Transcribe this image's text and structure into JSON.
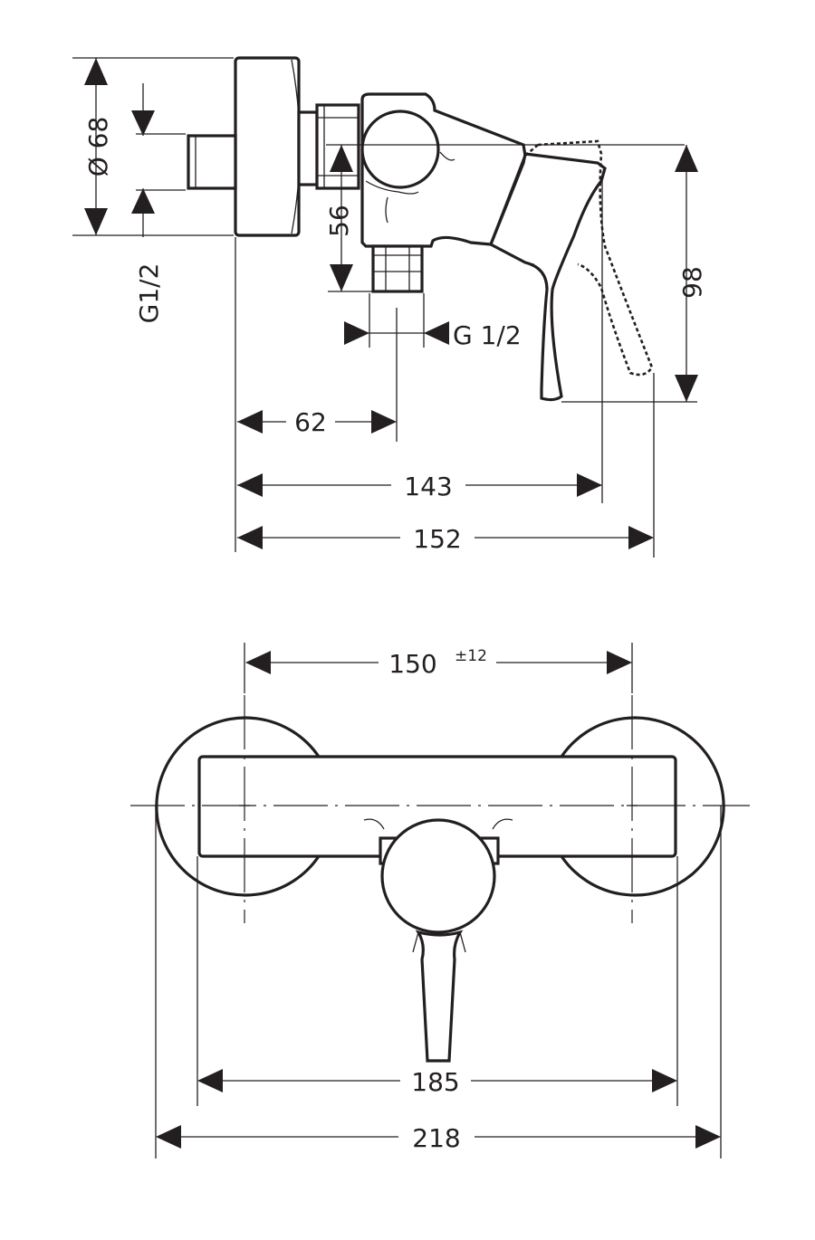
{
  "side_view": {
    "dim_diameter": "Ø 68",
    "dim_thread_left": "G1/2",
    "dim_height_56": "56",
    "dim_thread_outlet": "G 1/2",
    "dim_height_98": "98",
    "dim_62": "62",
    "dim_143": "143",
    "dim_152": "152"
  },
  "front_view": {
    "dim_150": "150",
    "dim_150_tolerance": "±12",
    "dim_185": "185",
    "dim_218": "218"
  }
}
